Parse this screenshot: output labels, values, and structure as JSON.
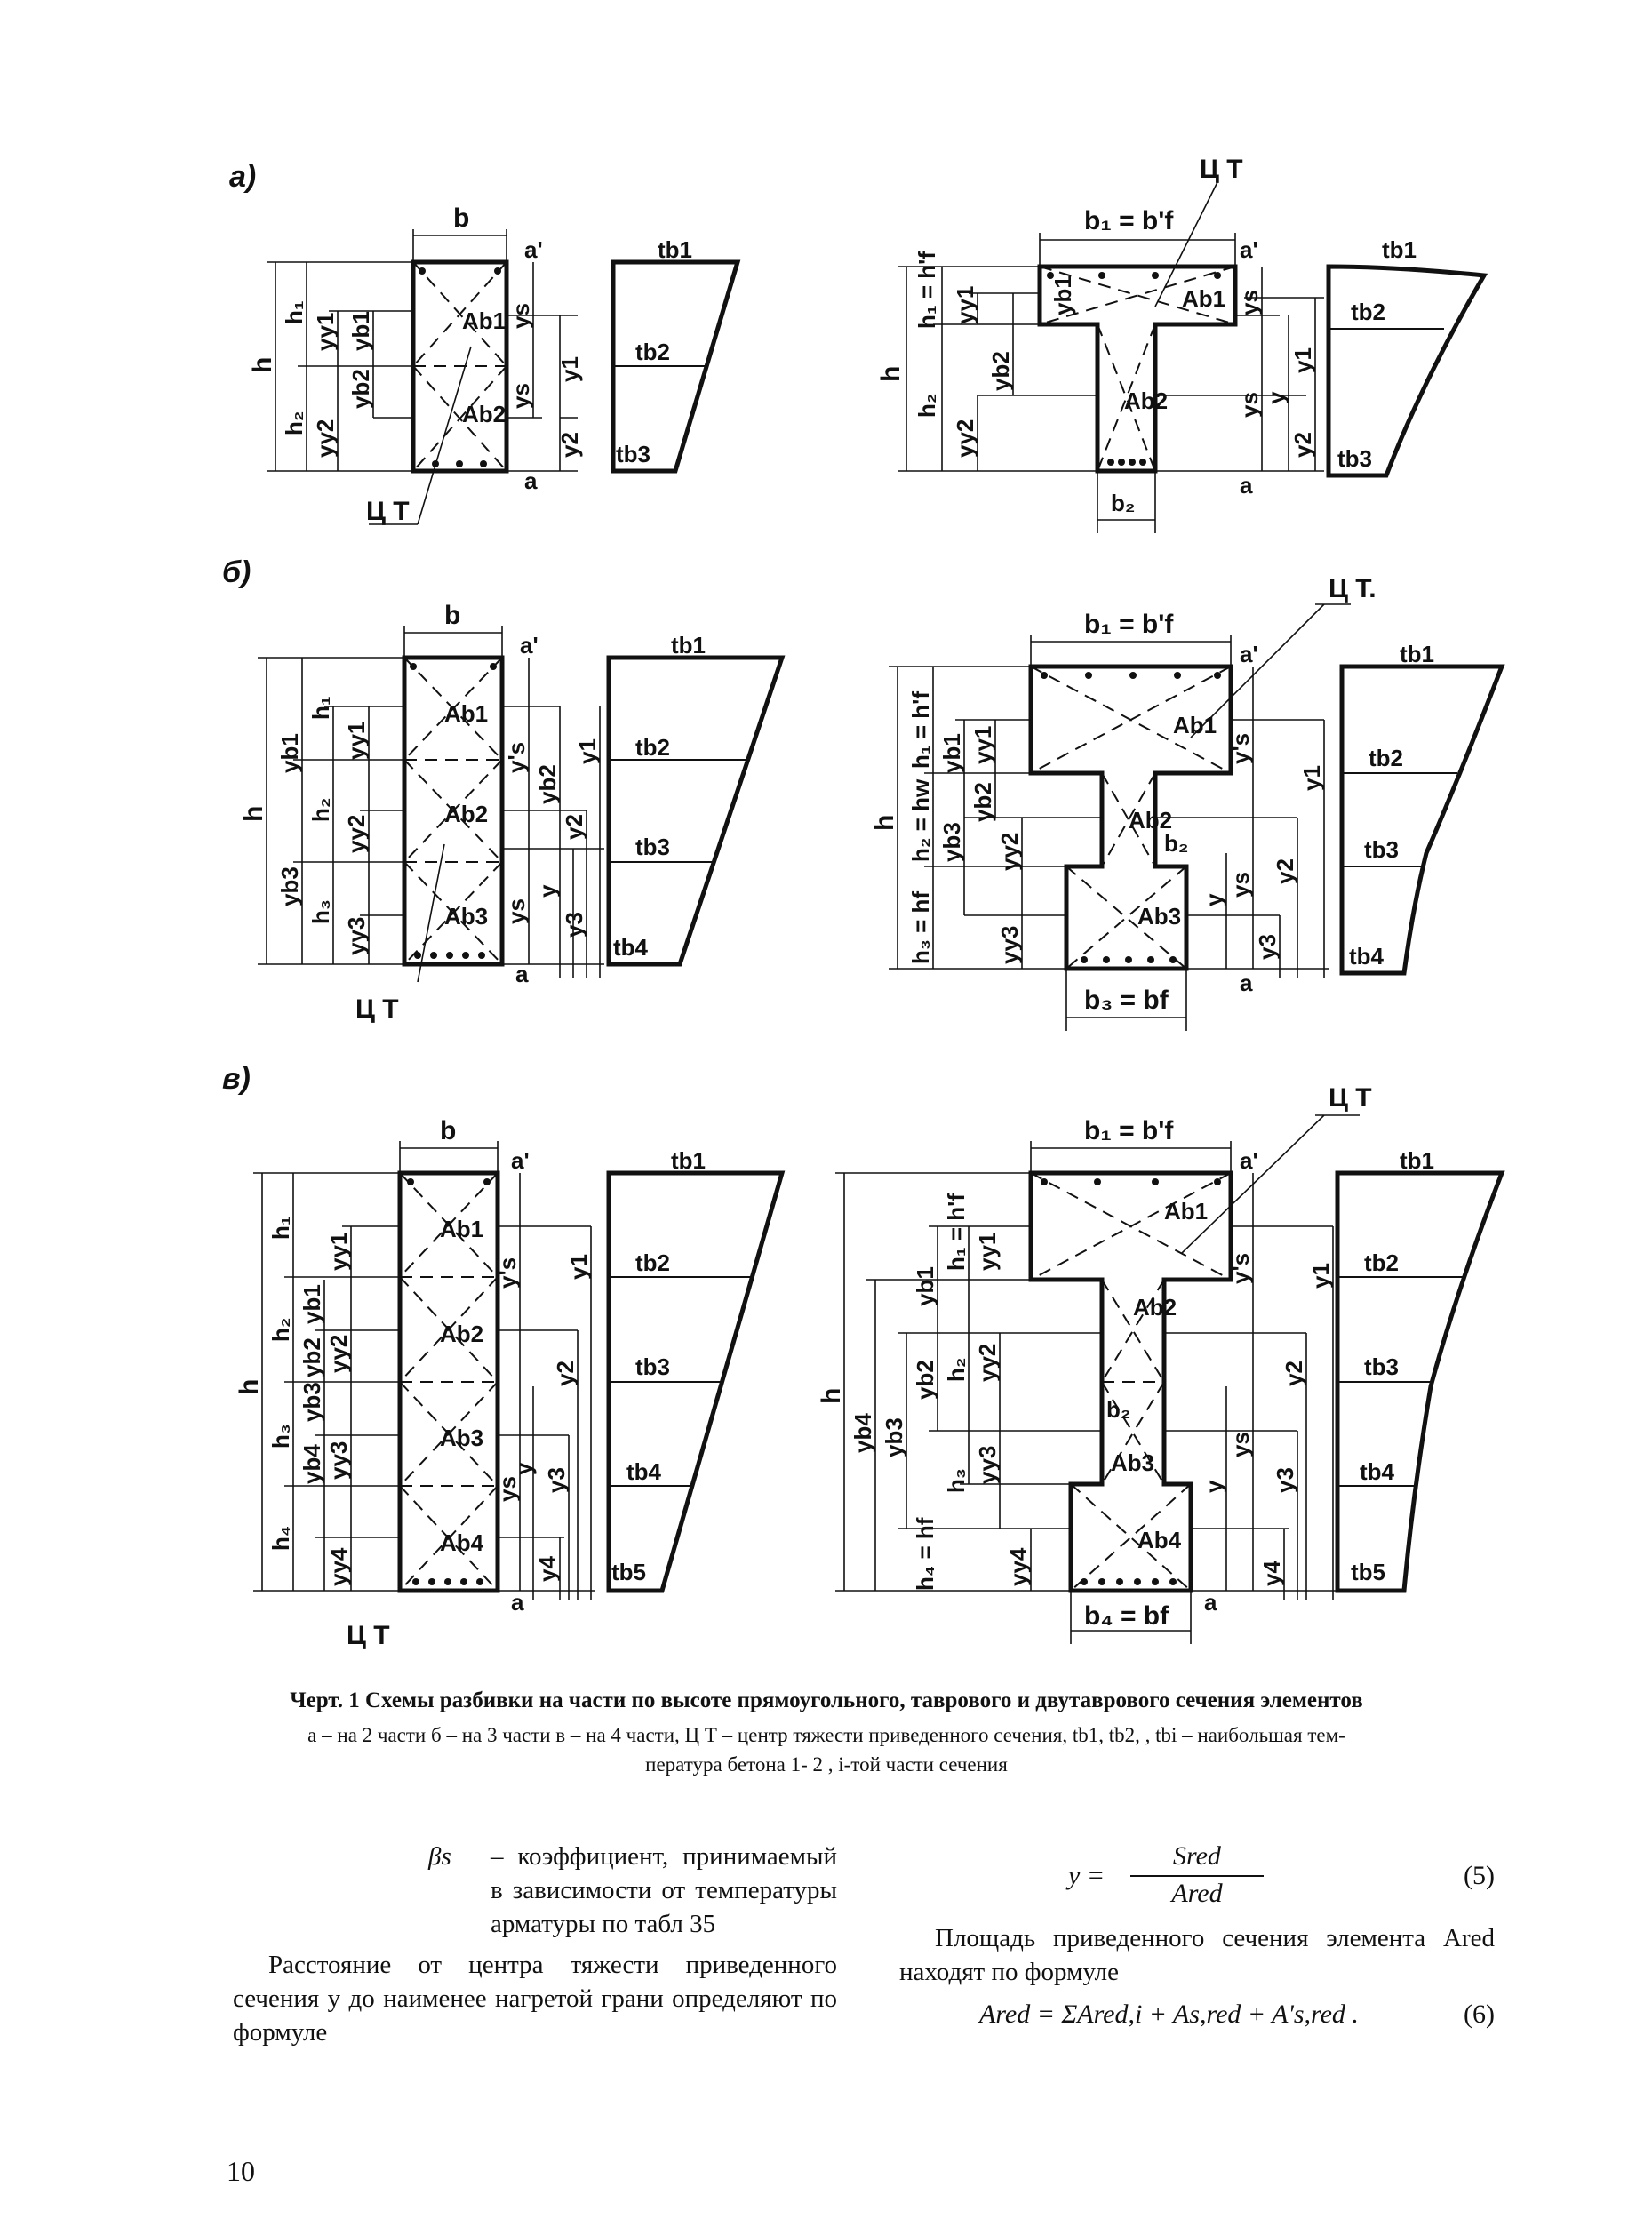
{
  "figure": {
    "parts": [
      "а)",
      "б)",
      "в)"
    ],
    "labels": {
      "b": "b",
      "a": "a",
      "a_prime": "a'",
      "h": "h",
      "h1": "h₁",
      "h2": "h₂",
      "h3": "h₃",
      "h4": "h₄",
      "b1_bf": "b₁ = b'f",
      "b2": "b₂",
      "b3_bf": "b₃ = bf",
      "b4_bf": "b₄ = bf",
      "h1_hf": "h₁ = h'f",
      "h2_hw": "h₂ = hw",
      "h3_hf": "h₃ = hf",
      "h4_hf": "h₄ = hf",
      "ct": "Ц Т",
      "ct_dot": "Ц Т.",
      "Ab1": "Ab1",
      "Ab2": "Ab2",
      "Ab3": "Ab3",
      "Ab4": "Ab4",
      "yb1": "yb1",
      "yb2": "yb2",
      "yb3": "yb3",
      "yb4": "yb4",
      "yy1": "yy1",
      "yy2": "yy2",
      "yy3": "yy3",
      "yy4": "yy4",
      "y": "y",
      "ys": "ys",
      "ys_prime": "y's",
      "y1": "y1",
      "y2": "y2",
      "y3": "y3",
      "y4": "y4",
      "tb1": "tb1",
      "tb2": "tb2",
      "tb3": "tb3",
      "tb4": "tb4",
      "tb5": "tb5"
    }
  },
  "caption": {
    "title": "Черт. 1  Схемы разбивки на части по высоте прямоугольного, таврового и двутаврового сечения элементов",
    "legend_line1": "а – на 2 части  б – на 3 части  в – на 4 части, Ц Т  – центр тяжести приведенного сечения, tb1, tb2,   , tbi – наибольшая тем-",
    "legend_line2": "пература бетона 1- 2    , i-той части сечения"
  },
  "text": {
    "beta_symbol": "βs",
    "beta_def": "– коэффициент, принимаемый в зависимости от температуры арматуры по табл 35",
    "para_distance": "Расстояние от центра тяжести приведенного сечения y до наименее нагретой грани определяют по формуле",
    "formula5_lhs": "y =",
    "formula5_num": "Sred",
    "formula5_den": "Ared",
    "formula5_no": "(5)",
    "para_area": "Площадь приведенного сечения элемента Ared находят по формуле",
    "formula6": "Ared = ΣAred,i + As,red + A's,red .",
    "formula6_no": "(6)"
  },
  "page_number": "10"
}
